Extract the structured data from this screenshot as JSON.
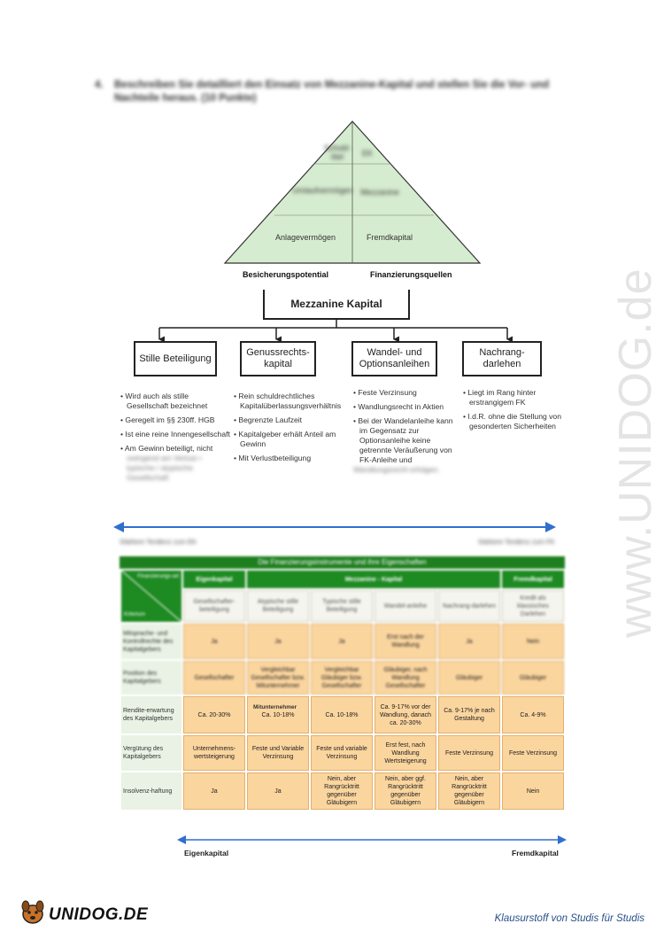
{
  "heading": {
    "number": "4.",
    "text": "Beschreiben Sie detailliert den Einsatz von Mezzanine-Kapital und stellen Sie die Vor- und Nachteile heraus. (10 Punkte)"
  },
  "pyramid": {
    "rows": [
      {
        "left": "Schuld-titel",
        "right": "EK"
      },
      {
        "left": "Umlaufvermögen",
        "right": "Mezzanine"
      },
      {
        "left": "Anlagevermögen",
        "right": "Fremdkapital"
      }
    ],
    "label_left": "Besicherungspotential",
    "label_right": "Finanzierungsquellen"
  },
  "tree": {
    "root": "Mezzanine Kapital",
    "children": [
      {
        "label": "Stille Beteiligung",
        "bullets": [
          "Wird auch als stille Gesellschaft bezeichnet",
          "Geregelt im §§ 230ff. HGB",
          "Ist eine reine Innengesellschaft",
          "Am Gewinn beteiligt, nicht"
        ],
        "blurred": "zwingend am Verlust • typische / atypische Gesellschaft"
      },
      {
        "label": "Genussrechts-kapital",
        "bullets": [
          "Rein schuldrechtliches Kapitalüberlassungsverhältnis",
          "Begrenzte Laufzeit",
          "Kapitalgeber erhält Anteil am Gewinn",
          "Mit Verlustbeteiligung"
        ],
        "blurred": ""
      },
      {
        "label": "Wandel- und Optionsanleihen",
        "bullets": [
          "Feste Verzinsung",
          "Wandlungsrecht in Aktien",
          "Bei der Wandelanleihe kann im Gegensatz zur Optionsanleihe keine getrennte Veräußerung von FK-Anleihe und"
        ],
        "blurred": "Wandlungsrecht erfolgen."
      },
      {
        "label": "Nachrang-darlehen",
        "bullets": [
          "Liegt im Rang hinter erstrangigem FK",
          "I.d.R. ohne die Stellung von gesonderten Sicherheiten"
        ],
        "blurred": ""
      }
    ]
  },
  "mid_arrow": {
    "left": "Stärkere Tendenz zum EK",
    "right": "Stärkere Tendenz zum FK"
  },
  "table": {
    "title": "Die Finanzierungsinstrumente und ihre Eigenschaften",
    "corner_top": "Finanzierungs-art",
    "corner_bottom": "Kriterium",
    "group_headers": [
      "Eigenkapital",
      "Mezzanine - Kapital",
      "Fremdkapital"
    ],
    "sub_headers": [
      "Gesellschafter-beteiligung",
      "Atypische stille Beteiligung",
      "Typische stille Beteiligung",
      "Wandel-anleihe",
      "Nachrang-darlehen",
      "Kredit als klassisches Darlehen"
    ],
    "rows": [
      {
        "label": "Mitsprache- und Kontrollrechte des Kapitalgebers",
        "cells": [
          "Ja",
          "Ja",
          "Ja",
          "Erst nach der Wandlung",
          "Ja",
          "Nein"
        ],
        "blur": true
      },
      {
        "label": "Position des Kapitalgebers",
        "cells": [
          "Gesellschafter",
          "Vergleichbar Gesellschafter bzw. Mitunternehmer",
          "Vergleichbar Gläubiger bzw. Gesellschafter",
          "Gläubiger, nach Wandlung Gesellschafter",
          "Gläubiger",
          "Gläubiger"
        ],
        "blur": true
      },
      {
        "label": "Rendite-erwartung des Kapitalgebers",
        "cells": [
          "Ca. 20-30%",
          "Ca. 10-18%",
          "Ca. 10-18%",
          "Ca. 9-17% vor der Wandlung, danach ca. 20-30%",
          "Ca. 9-17% je nach Gestaltung",
          "Ca. 4-9%"
        ],
        "blur": false
      },
      {
        "label": "Vergütung des Kapitalgebers",
        "cells": [
          "Unternehmens-wertsteigerung",
          "Feste und Variable Verzinsung",
          "Feste und variable Verzinsung",
          "Erst fest, nach Wandlung Wertsteigerung",
          "Feste Verzinsung",
          "Feste Verzinsung"
        ],
        "blur": false
      },
      {
        "label": "Insolvenz-haftung",
        "cells": [
          "Ja",
          "Ja",
          "Nein, aber Rangrücktritt gegenüber Gläubigern",
          "Nein, aber ggf. Rangrücktritt gegenüber Gläubigern",
          "Nein, aber Rangrücktritt gegenüber Gläubigern",
          "Nein"
        ],
        "blur": false
      }
    ],
    "overlap_text": "Mitunternehmer"
  },
  "bottom_arrow": {
    "left": "Eigenkapital",
    "right": "Fremdkapital"
  },
  "watermark": "www.UNIDOG.de",
  "footer": {
    "logo": "UNIDOG.DE",
    "text": "Klausurstoff von Studis für Studis"
  },
  "colors": {
    "pyramid_fill": "#d6ecd0",
    "table_green": "#1e7f1f",
    "cell_orange": "#fbd59e",
    "arrow_blue": "#2f6fce"
  }
}
